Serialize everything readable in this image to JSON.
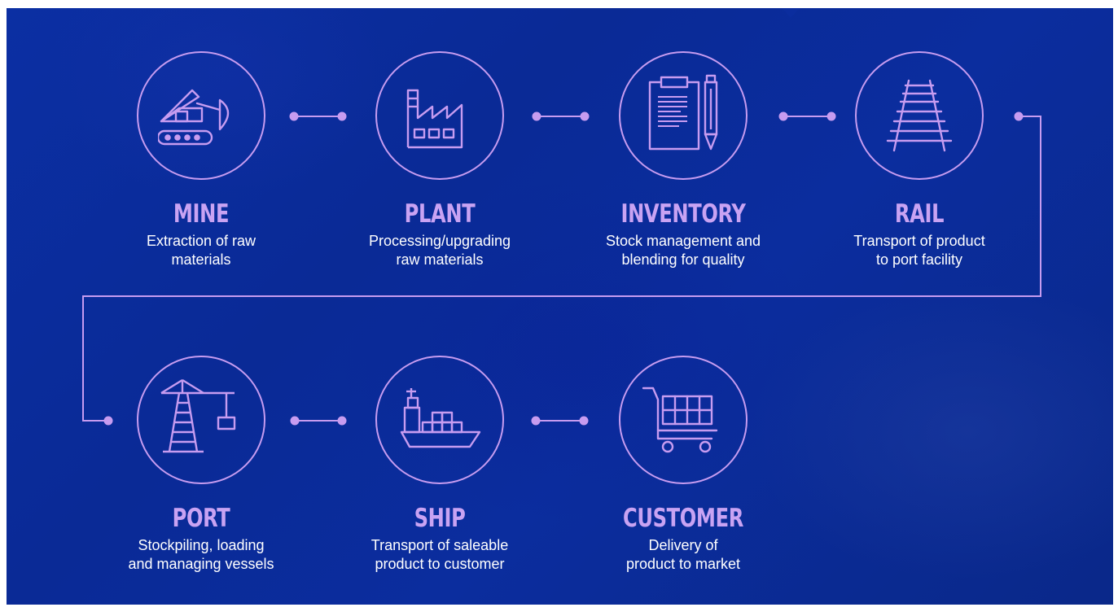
{
  "colors": {
    "background": "#0b2d9e",
    "accent": "#c79cf0",
    "title": "#c9a3f3",
    "text": "#ffffff"
  },
  "steps": [
    {
      "id": "mine",
      "icon": "excavator-icon",
      "title": "MINE",
      "desc": [
        "Extraction of raw",
        "materials"
      ]
    },
    {
      "id": "plant",
      "icon": "factory-icon",
      "title": "PLANT",
      "desc": [
        "Processing/upgrading",
        "raw materials"
      ]
    },
    {
      "id": "inventory",
      "icon": "clipboard-pen-icon",
      "title": "INVENTORY",
      "desc": [
        "Stock management and",
        "blending for quality"
      ]
    },
    {
      "id": "rail",
      "icon": "railway-track-icon",
      "title": "RAIL",
      "desc": [
        "Transport of product",
        "to port facility"
      ]
    },
    {
      "id": "port",
      "icon": "crane-icon",
      "title": "PORT",
      "desc": [
        "Stockpiling, loading",
        "and managing vessels"
      ]
    },
    {
      "id": "ship",
      "icon": "cargo-ship-icon",
      "title": "SHIP",
      "desc": [
        "Transport of saleable",
        "product to customer"
      ]
    },
    {
      "id": "customer",
      "icon": "shopping-cart-icon",
      "title": "CUSTOMER",
      "desc": [
        "Delivery of",
        "product to market"
      ]
    }
  ]
}
